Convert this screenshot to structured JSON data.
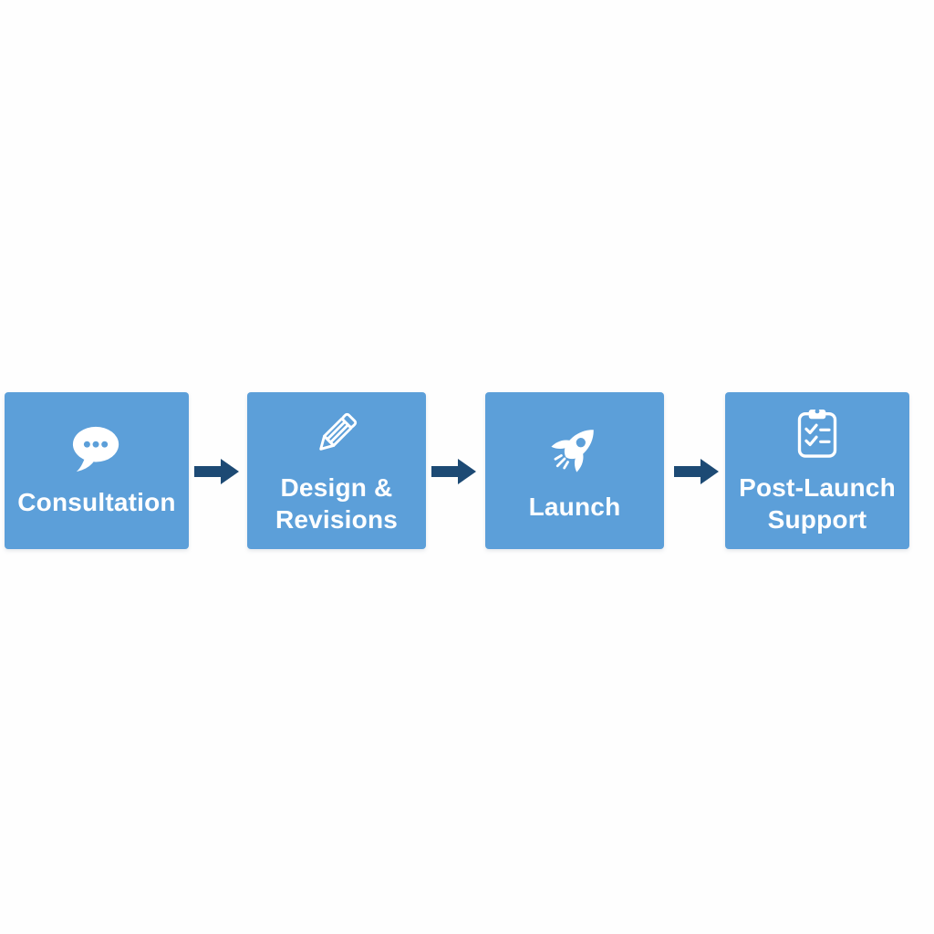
{
  "canvas": {
    "background": "#FEFEFE",
    "description": "Four-step process flow diagram"
  },
  "flow": {
    "box_color": "#5C9FD9",
    "arrow_color": "#1D4A74",
    "label_color": "#FFFFFF",
    "steps": [
      {
        "icon": "chat-bubble-icon",
        "label": "Consultation",
        "lines": [
          "Consultation"
        ]
      },
      {
        "icon": "pencil-icon",
        "label": "Design & Revisions",
        "lines": [
          "Design &",
          "Revisions"
        ]
      },
      {
        "icon": "rocket-icon",
        "label": "Launch",
        "lines": [
          "Launch"
        ]
      },
      {
        "icon": "clipboard-checklist-icon",
        "label": "Post-Launch Support",
        "lines": [
          "Post-Launch",
          "Support"
        ]
      }
    ]
  }
}
